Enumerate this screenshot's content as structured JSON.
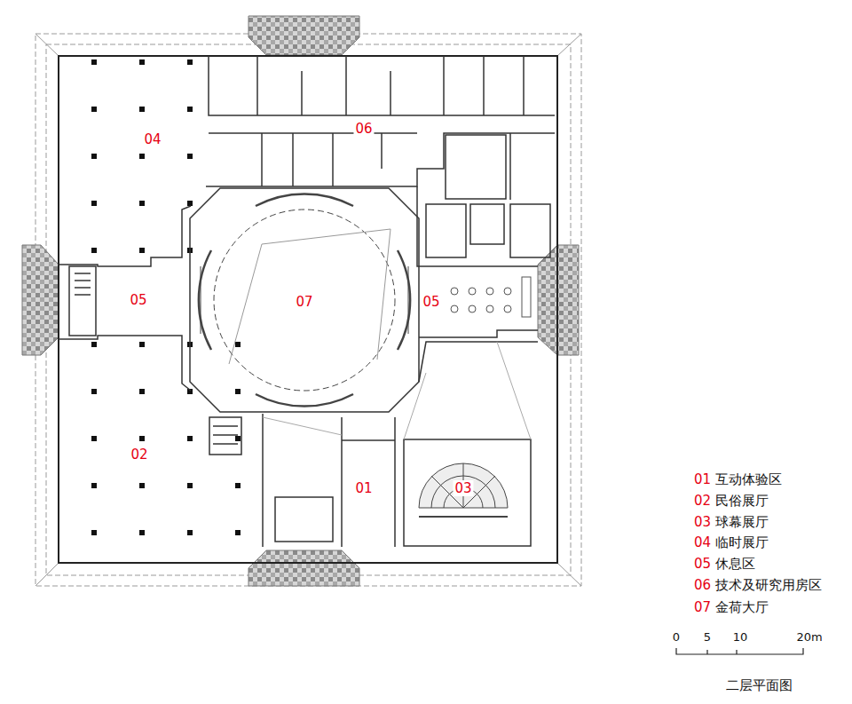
{
  "diagram": {
    "caption": "二层平面图",
    "labels": [
      "04",
      "06",
      "05",
      "07",
      "05",
      "02",
      "01",
      "03",
      "01",
      "互动体验区",
      "02",
      "民俗展厅",
      "03",
      "球幕展厅",
      "04",
      "临时展厅",
      "05",
      "休息区",
      "06",
      "技术及研究用房区",
      "07",
      "金荷大厅",
      "0",
      "5",
      "10",
      "20m"
    ]
  }
}
